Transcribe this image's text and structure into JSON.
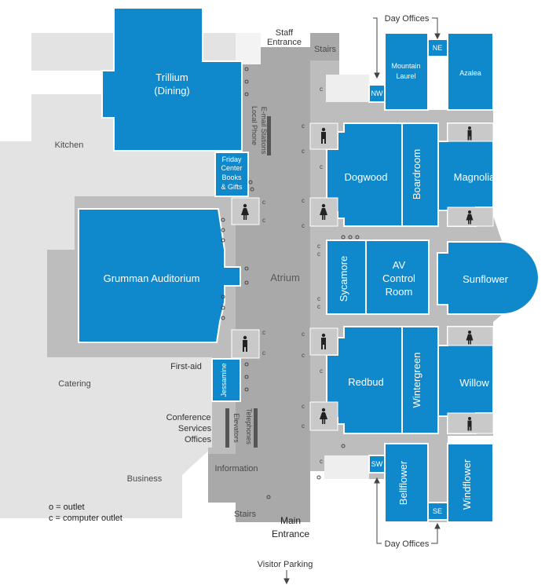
{
  "rooms": {
    "trillium": "Trillium",
    "trillium_sub": "(Dining)",
    "friday_1": "Friday",
    "friday_2": "Center",
    "friday_3": "Books",
    "friday_4": "& Gifts",
    "grumman": "Grumman Auditorium",
    "jessamine": "Jessamine",
    "mountain_laurel_1": "Mountain",
    "mountain_laurel_2": "Laurel",
    "azalea": "Azalea",
    "nw": "NW",
    "ne": "NE",
    "dogwood": "Dogwood",
    "boardroom": "Boardroom",
    "magnolia": "Magnolia",
    "sycamore": "Sycamore",
    "av_1": "AV",
    "av_2": "Control",
    "av_3": "Room",
    "sunflower": "Sunflower",
    "redbud": "Redbud",
    "wintergreen": "Wintergreen",
    "willow": "Willow",
    "sw": "SW",
    "bellflower": "Bellflower",
    "se": "SE",
    "windflower": "Windflower"
  },
  "areas": {
    "kitchen": "Kitchen",
    "catering": "Catering",
    "business": "Business",
    "first_aid": "First-aid",
    "conference_1": "Conference",
    "conference_2": "Services",
    "conference_3": "Offices",
    "information": "Information",
    "atrium": "Atrium",
    "stairs_top": "Stairs",
    "stairs_bottom": "Stairs",
    "staff_1": "Staff",
    "staff_2": "Entrance",
    "main_1": "Main",
    "main_2": "Entrance",
    "day_offices_top": "Day Offices",
    "day_offices_bottom": "Day Offices",
    "visitor_parking": "Visitor Parking",
    "email_1": "E-mail Stations",
    "email_2": "Local Phone",
    "elevators": "Elevators",
    "telephones": "Telephones"
  },
  "legend": {
    "outlet": "o = outlet",
    "computer_outlet": "c = computer outlet"
  },
  "colors": {
    "room": "#1089cc",
    "building": "#bdbdbd",
    "outer": "#e3e3e3",
    "corridor": "#a8a8a8"
  },
  "icons": {
    "men": "men-restroom-icon",
    "women": "women-restroom-icon",
    "arrow": "arrow-icon"
  }
}
